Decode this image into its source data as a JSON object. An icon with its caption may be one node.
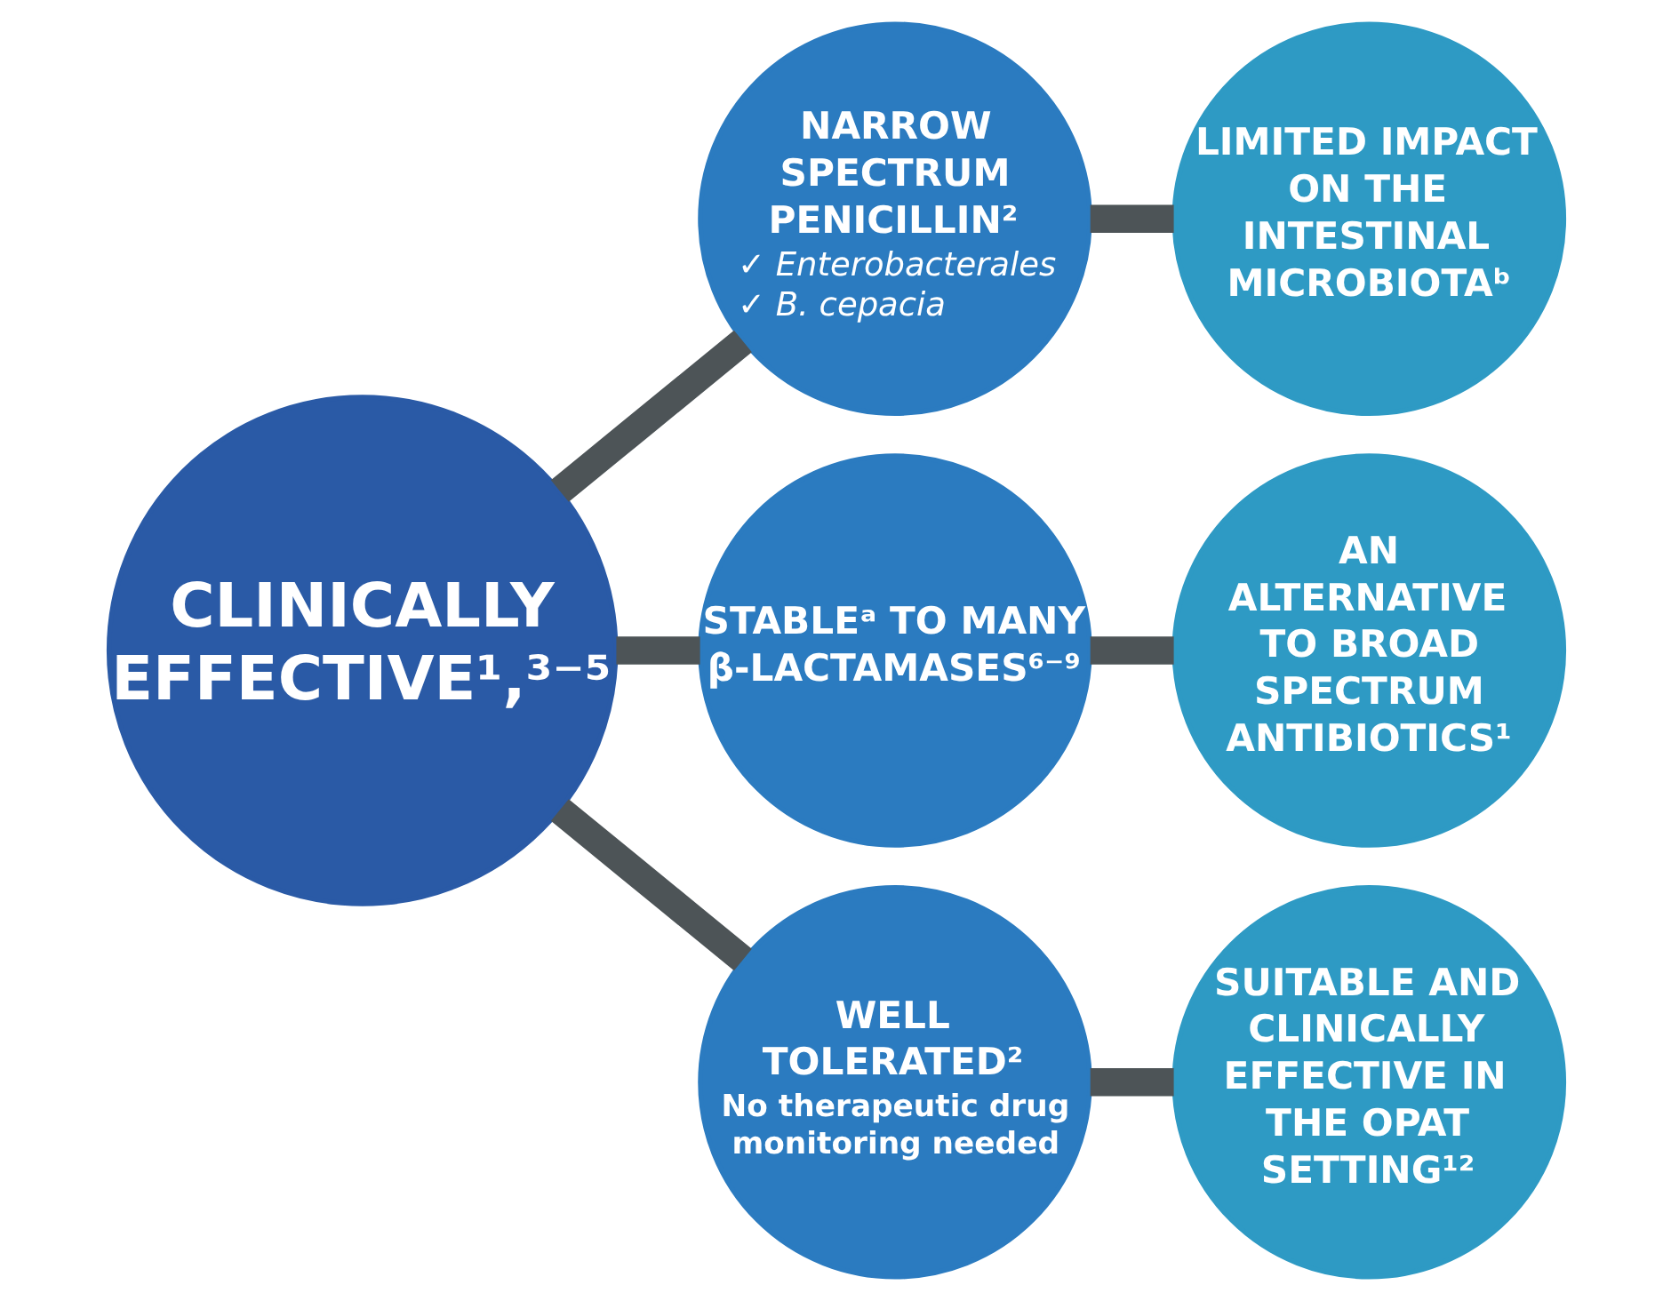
{
  "diagram": {
    "nodes": [
      {
        "text": [
          "CLINICALLY EFFECTIVE¹,³⁻⁵"
        ]
      },
      {
        "text": [
          "NARROW SPECTRUM PENICILLIN²",
          "✓ Enterobacterales",
          "✓ B. cepacia"
        ]
      },
      {
        "text": [
          "LIMITED IMPACT ON THE INTESTINAL MICROBIOTAᵇ"
        ]
      },
      {
        "text": [
          "STABLEᵃ TO MANY β-LACTAMASES⁶⁻⁹"
        ]
      },
      {
        "text": [
          "AN ALTERNATIVE TO BROAD SPECTRUM ANTIBIOTICS¹"
        ]
      },
      {
        "text": [
          "WELL TOLERATED²",
          "No therapeutic drug monitoring needed"
        ]
      },
      {
        "text": [
          "SUITABLE AND CLINICALLY EFFECTIVE IN THE OPAT SETTING¹²"
        ]
      }
    ],
    "edges": [
      {
        "from": 0,
        "to": 1,
        "arrow": "none"
      },
      {
        "from": 0,
        "to": 3,
        "arrow": "none"
      },
      {
        "from": 0,
        "to": 5,
        "arrow": "none"
      },
      {
        "from": 1,
        "to": 2,
        "arrow": "none"
      },
      {
        "from": 3,
        "to": 4,
        "arrow": "none"
      },
      {
        "from": 5,
        "to": 6,
        "arrow": "none"
      }
    ]
  }
}
